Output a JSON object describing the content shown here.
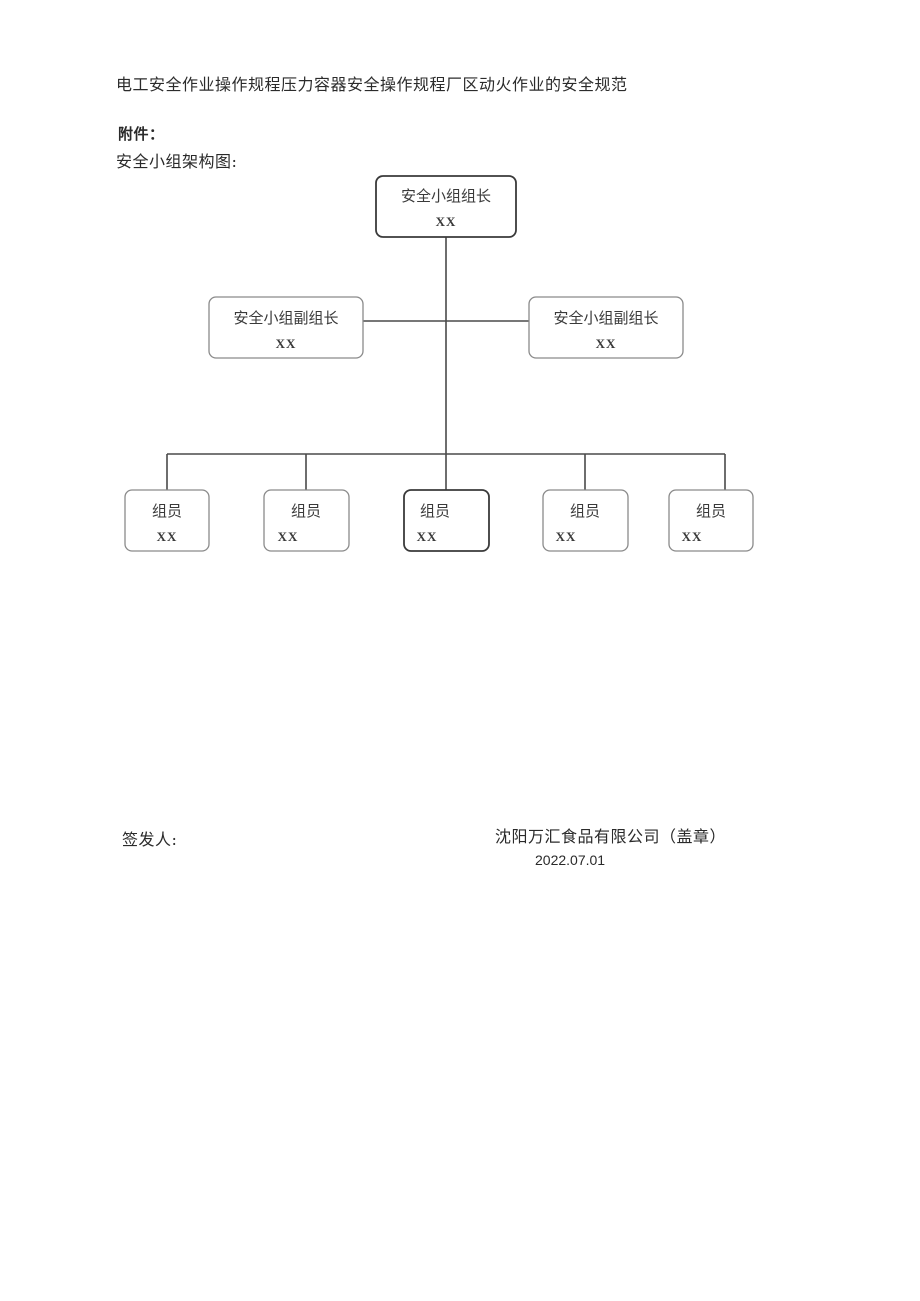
{
  "document": {
    "title": "电工安全作业操作规程压力容器安全操作规程厂区动火作业的安全规范",
    "attachment_label": "附件：",
    "structure_label": "安全小组架构图:"
  },
  "org_chart": {
    "leader": {
      "title": "安全小组组长",
      "name": "XX"
    },
    "deputies": [
      {
        "title": "安全小组副组长",
        "name": "XX"
      },
      {
        "title": "安全小组副组长",
        "name": "XX"
      }
    ],
    "members": [
      {
        "title": "组员",
        "name": "XX"
      },
      {
        "title": "组员",
        "name": "XX"
      },
      {
        "title": "组员",
        "name": "XX"
      },
      {
        "title": "组员",
        "name": "XX"
      },
      {
        "title": "组员",
        "name": "XX"
      }
    ]
  },
  "footer": {
    "signer_label": "签发人:",
    "company": "沈阳万汇食品有限公司（盖章）",
    "date": "2022.07.01"
  }
}
